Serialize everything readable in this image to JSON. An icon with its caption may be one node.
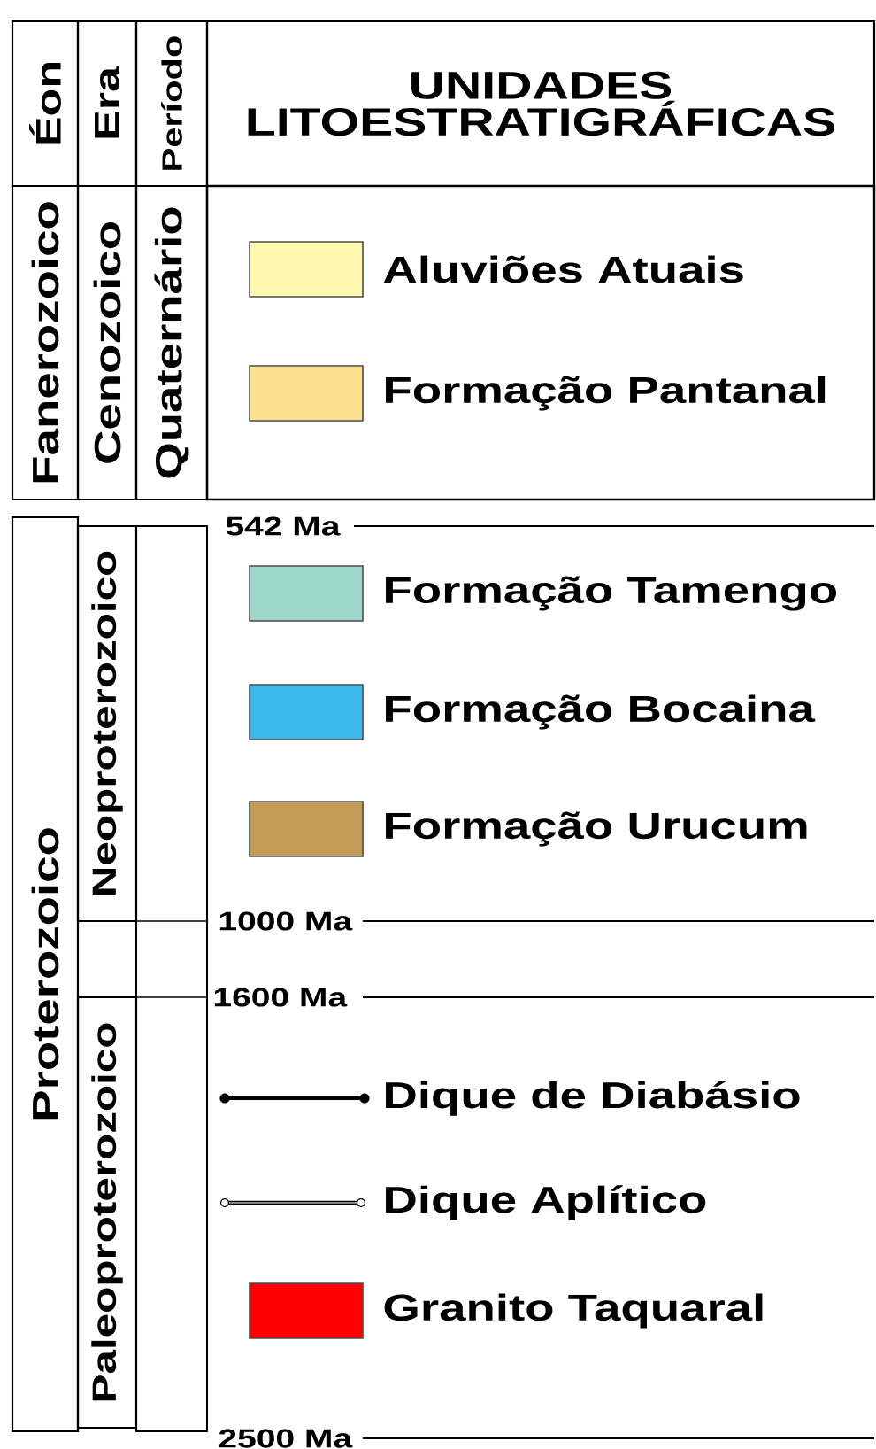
{
  "diagram": {
    "nodes": [
      {
        "text": [
          "Éon"
        ]
      },
      {
        "text": [
          "Era"
        ]
      },
      {
        "text": [
          "Período"
        ]
      },
      {
        "text": [
          "UNIDADES LITOESTRATIGRÁFICAS"
        ]
      },
      {
        "text": [
          "Fanerozoico"
        ]
      },
      {
        "text": [
          "Cenozoico"
        ]
      },
      {
        "text": [
          "Quaternário"
        ]
      },
      {
        "text": [
          "Proterozoico"
        ]
      },
      {
        "text": [
          "Neoproterozoico"
        ]
      },
      {
        "text": [
          "Paleoproterozoico"
        ]
      }
    ],
    "edges": [],
    "labels": [
      "542 Ma",
      "1000 Ma",
      "1600 Ma",
      "2500 Ma"
    ],
    "legend": [
      {
        "text": "Aluviões Atuais",
        "color": "#fff7b0"
      },
      {
        "text": "Formação Pantanal",
        "color": "#fbe08e"
      },
      {
        "text": "Formação Tamengo",
        "color": "#9fd6cc"
      },
      {
        "text": "Formação Bocaina",
        "color": "#3cb8ea"
      },
      {
        "text": "Formação Urucum",
        "color": "#c49a58"
      },
      {
        "text": "Dique de Diabásio"
      },
      {
        "text": "Dique Aplítico"
      },
      {
        "text": "Granito Taquaral",
        "color": "#ff0000"
      }
    ]
  }
}
